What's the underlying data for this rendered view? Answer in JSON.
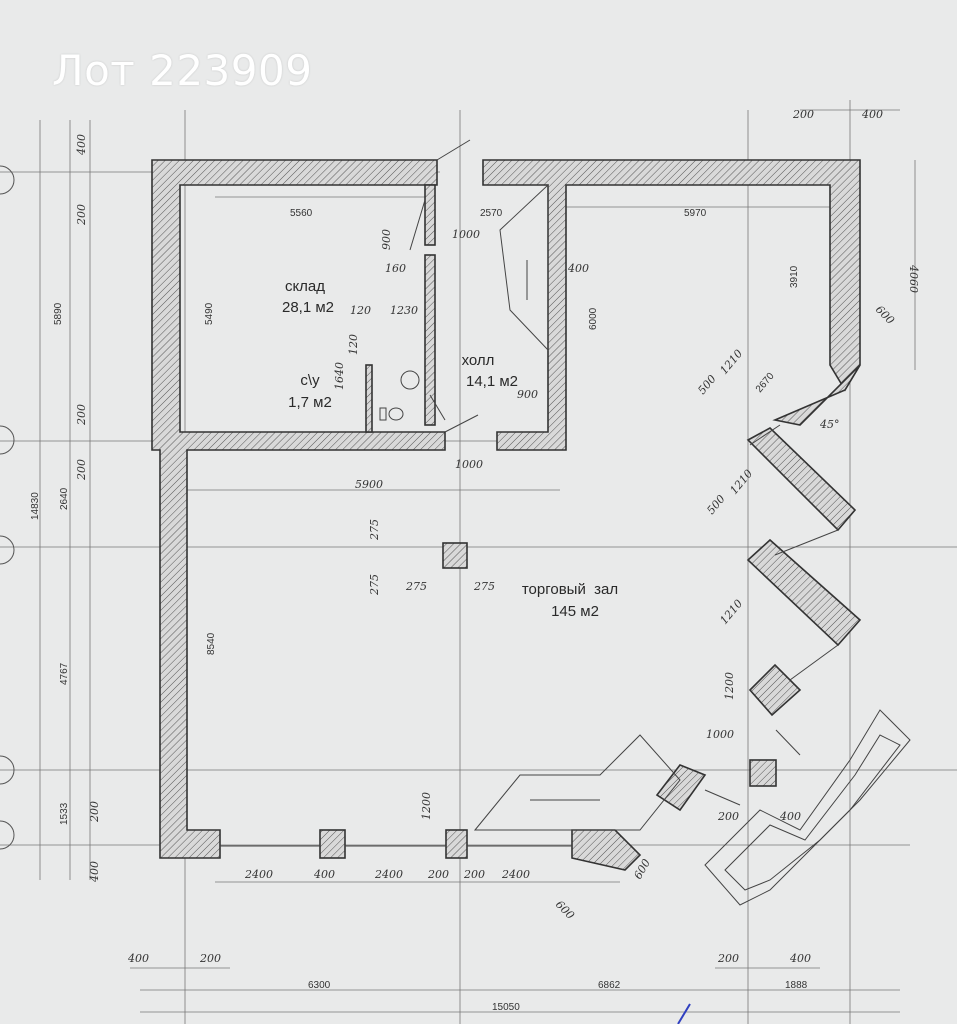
{
  "title": "Лот 223909",
  "rooms": {
    "sklad": {
      "name": "склад",
      "area": "28,1 м2"
    },
    "su": {
      "name": "с\\у",
      "area": "1,7 м2"
    },
    "holl": {
      "name": "холл",
      "area": "14,1 м2"
    },
    "zal": {
      "name": "торговый  зал",
      "area": "145 м2"
    }
  },
  "dims": {
    "d5560": "5560",
    "d2570": "2570",
    "d5970": "5970",
    "d900a": "900",
    "d1000a": "1000",
    "d160": "160",
    "d400a": "400",
    "d6000": "6000",
    "d3910": "3910",
    "d4060": "4060",
    "d600a": "600",
    "d1210a": "1210",
    "d500a": "500",
    "d2670": "2670",
    "d45": "45°",
    "d5490": "5490",
    "d5890": "5890",
    "d120a": "120",
    "d1230": "1230",
    "d120b": "120",
    "d1640": "1640",
    "d900b": "900",
    "d1000b": "1000",
    "d5900": "5900",
    "d275a": "275",
    "d275b": "275",
    "d275c": "275",
    "d275d": "275",
    "d1210b": "1210",
    "d500b": "500",
    "d1210c": "1210",
    "d1200a": "1200",
    "d1000c": "1000",
    "d200c": "200",
    "d400c": "400",
    "d1200b": "1200",
    "d14830": "14830",
    "d2640": "2640",
    "d4767": "4767",
    "d1533": "1533",
    "d8540": "8540",
    "d400t": "400",
    "d200t": "200",
    "d200l1": "200",
    "d200l2": "200",
    "d200l3": "200",
    "d400l": "400",
    "d200tr": "200",
    "d400tr": "400",
    "b2400a": "2400",
    "b400": "400",
    "b2400b": "2400",
    "b200a": "200",
    "b200b": "200",
    "b2400c": "2400",
    "b600a": "600",
    "b600b": "600",
    "c400": "400",
    "c200": "200",
    "c200r": "200",
    "c400r": "400",
    "t6300": "6300",
    "t6862": "6862",
    "t1888": "1888",
    "t15050": "15050"
  }
}
